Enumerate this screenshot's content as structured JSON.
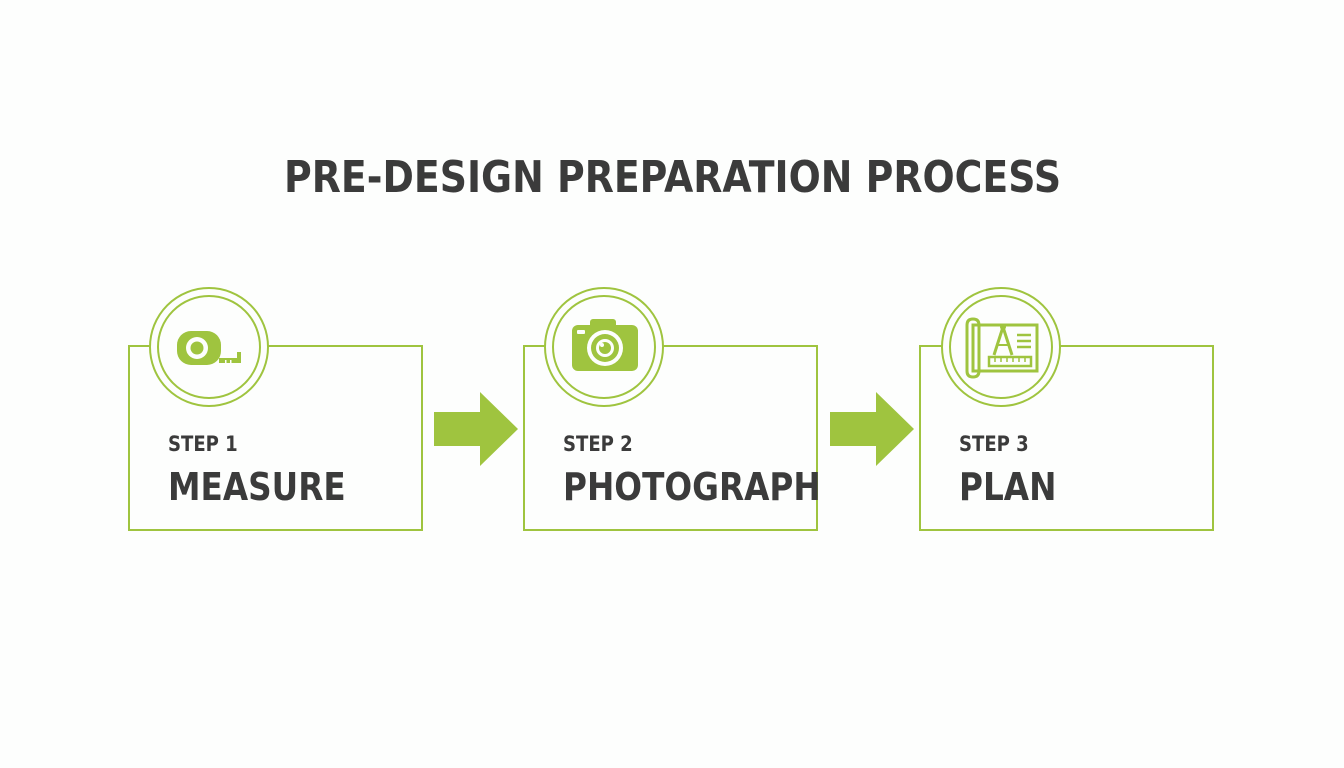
{
  "title": "PRE-DESIGN PREPARATION PROCESS",
  "colors": {
    "accent": "#9fc43f",
    "text": "#3b3b3b",
    "background": "#fdfefd"
  },
  "steps": [
    {
      "number": "STEP 1",
      "name": "MEASURE",
      "icon": "tape-measure-icon"
    },
    {
      "number": "STEP 2",
      "name": "PHOTOGRAPH",
      "icon": "camera-icon"
    },
    {
      "number": "STEP 3",
      "name": "PLAN",
      "icon": "blueprint-icon"
    }
  ],
  "connectors": [
    "arrow-right-icon",
    "arrow-right-icon"
  ]
}
